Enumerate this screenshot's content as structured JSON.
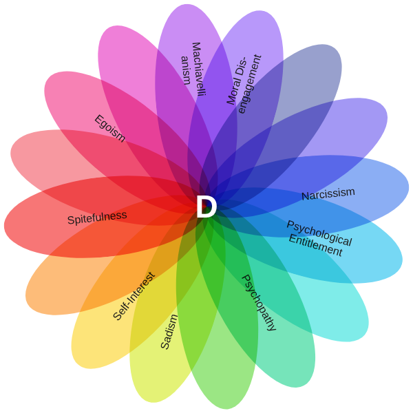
{
  "diagram": {
    "nodes": [
      {
        "text": [
          "Machiavelli anism"
        ]
      },
      {
        "text": [
          "Moral Dis- engagement"
        ]
      },
      {
        "text": [
          "Narcissism"
        ]
      },
      {
        "text": [
          "Psychological Entitlement"
        ]
      },
      {
        "text": [
          "Psychopathy"
        ]
      },
      {
        "text": [
          "Sadism"
        ]
      },
      {
        "text": [
          "Self-Interest"
        ]
      },
      {
        "text": [
          "Spitefulness"
        ]
      },
      {
        "text": [
          "Egoism"
        ]
      }
    ],
    "labels": [
      "D"
    ]
  }
}
